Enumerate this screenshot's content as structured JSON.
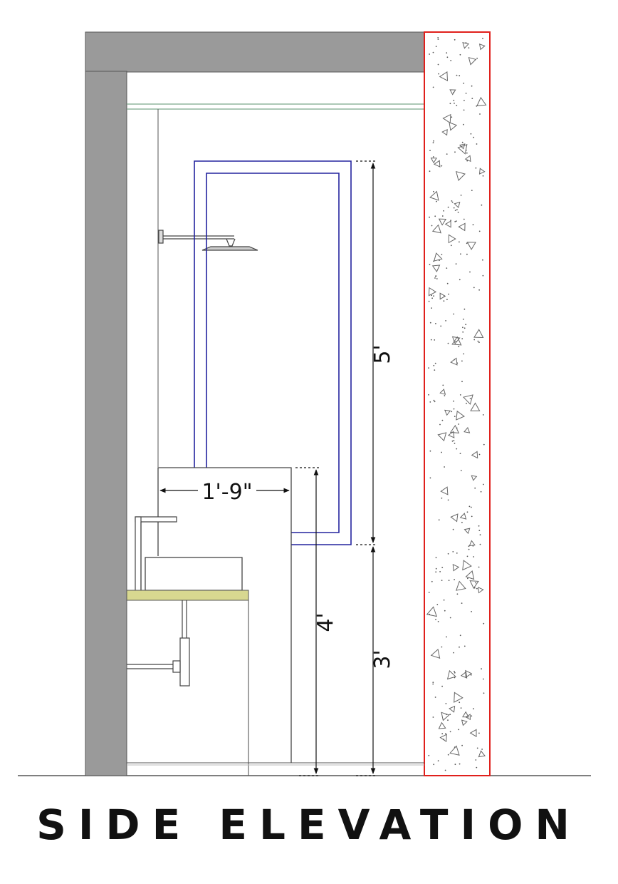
{
  "title": "SIDE ELEVATION",
  "dimensions": {
    "mirror_height": "5'",
    "mirror_sill_height": "3'",
    "partition_width": "1'-9\"",
    "partition_height": "4'"
  },
  "colors": {
    "wall": "#9a9a9a",
    "concrete_outline": "#e0201c",
    "mirror_frame": "#23239e",
    "counter_top": "#d8d890",
    "line": "#4a4a4a"
  }
}
